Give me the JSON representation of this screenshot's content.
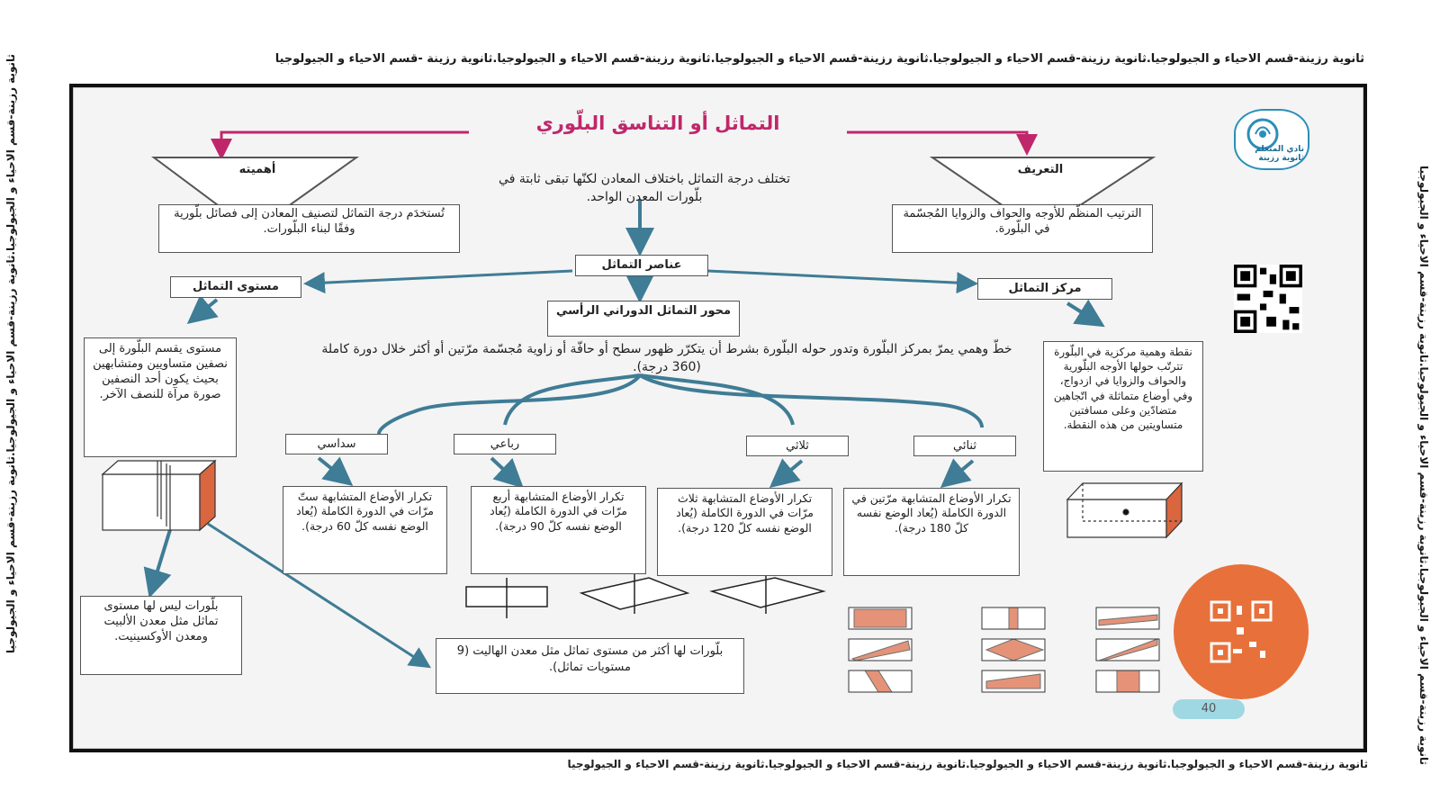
{
  "watermark": {
    "top": "ثانوية رزينة-قسم الاحياء و الجيولوجيا.ثانوية رزينة-قسم الاحياء و الجيولوجيا.ثانوية رزينة-قسم الاحياء و الجيولوجيا.ثانوية رزينة-قسم الاحياء و الجيولوجيا.ثانوية رزينة -قسم الاحياء و الجيولوجيا",
    "side_left": "ثانوية رزينة-قسم الاحياء و الجيولوجيا.ثانوية رزينة-قسم الاحياء و الجيولوجيا.ثانوية رزينة-قسم الاحياء و الجيولوجيا",
    "side_right": "ثانوية رزينة-قسم الاحياء و الجيولوجيا.ثانوية رزينة-قسم الاحياء و الجيولوجيا.ثانوية رزينة-قسم الاحياء و الجيولوجيا",
    "footer": "ثانوية رزينة-قسم الاحياء و الجيولوجيا.ثانوية رزينة-قسم الاحياء و الجيولوجيا.ثانوية رزينة-قسم الاحياء و الجيولوجيا.ثانوية رزينة-قسم الاحياء و الجيولوجيا"
  },
  "title": "التماثل أو التناسق البلّوري",
  "importance": {
    "label": "أهميته",
    "text": "تُستخدَم درجة التماثل لتصنيف المعادن إلى فصائل بلّورية وفقًا لبناء البلّورات."
  },
  "definition": {
    "label": "التعريف",
    "text": "الترتيب المنظّم للأوجه والحواف والزوايا المُجسّمة في البلّورة."
  },
  "center_note": "تختلف درجة التماثل باختلاف المعادن لكنّها تبقى ثابتة في بلّورات المعدن الواحد.",
  "elements": {
    "label": "عناصر التماثل"
  },
  "plane": {
    "label": "مستوى التماثل",
    "text": "مستوى يقسم البلّورة إلى نصفين متساويين ومتشابهين بحيث يكون أحد النصفين صورة مرآة للنصف الآخر.",
    "none": "بلّورات ليس لها مستوى تماثل مثل معدن الألبيت ومعدن الأوكسينيت.",
    "many": "بلّورات لها أكثر من مستوى تماثل مثل معدن الهاليت (9 مستويات تماثل)."
  },
  "center": {
    "label": "مركز التماثل",
    "text": "نقطة وهمية مركزية في البلّورة تترتّب حولها الأوجه البلّورية والحواف والزوايا في ازدواج، وفي أوضاع متماثلة في اتّجاهين متضادّين وعلى مسافتين متساويتين من هذه النقطة."
  },
  "axis": {
    "label": "محور التماثل الدوراني الرأسي",
    "text": "خطّ وهمي يمرّ بمركز البلّورة وتدور حوله البلّورة بشرط أن يتكرّر ظهور سطح أو حافّة أو زاوية مُجسّمة مرّتين أو أكثر خلال دورة كاملة (360 درجة)."
  },
  "axis_types": [
    {
      "label": "سداسي",
      "text": "تكرار الأوضاع المتشابهة ستّ مرّات في الدورة الكاملة (يُعاد الوضع نفسه كلّ 60 درجة)."
    },
    {
      "label": "رباعي",
      "text": "تكرار الأوضاع المتشابهة أربع مرّات في الدورة الكاملة (يُعاد الوضع نفسه كلّ 90 درجة)."
    },
    {
      "label": "ثلاثي",
      "text": "تكرار الأوضاع المتشابهة ثلاث مرّات في الدورة الكاملة (يُعاد الوضع نفسه كلّ 120 درجة)."
    },
    {
      "label": "ثنائي",
      "text": "تكرار الأوضاع المتشابهة مرّتين في الدورة الكاملة (يُعاد الوضع نفسه كلّ 180 درجة)."
    }
  ],
  "logo_text": "نادي المتعلم ثانوية رزينة",
  "page_number": "40",
  "colors": {
    "arrow": "#3f7c95",
    "title": "#c0276b",
    "accent": "#e8703a",
    "face": "#d9663f"
  }
}
